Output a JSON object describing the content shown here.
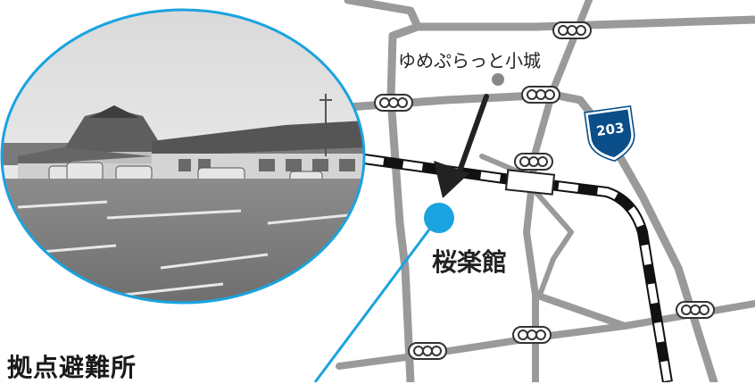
{
  "title": "拠点避難所",
  "landmarks": {
    "shelter": {
      "name": "桜楽館",
      "icon": "shelter-marker-icon"
    },
    "mall": {
      "name": "ゆめぷらっと小城",
      "icon": "landmark-dot-icon"
    }
  },
  "route": {
    "number": "203",
    "icon": "national-route-shield-icon"
  },
  "icons": [
    "traffic-light-icon",
    "railway-line",
    "station-icon",
    "direction-arrow-icon",
    "photo-of-building"
  ],
  "colors": {
    "road": "#9a9a9a",
    "marker": "#1aa3e0",
    "route_shield": "#0a4f8a",
    "text": "#222222"
  }
}
